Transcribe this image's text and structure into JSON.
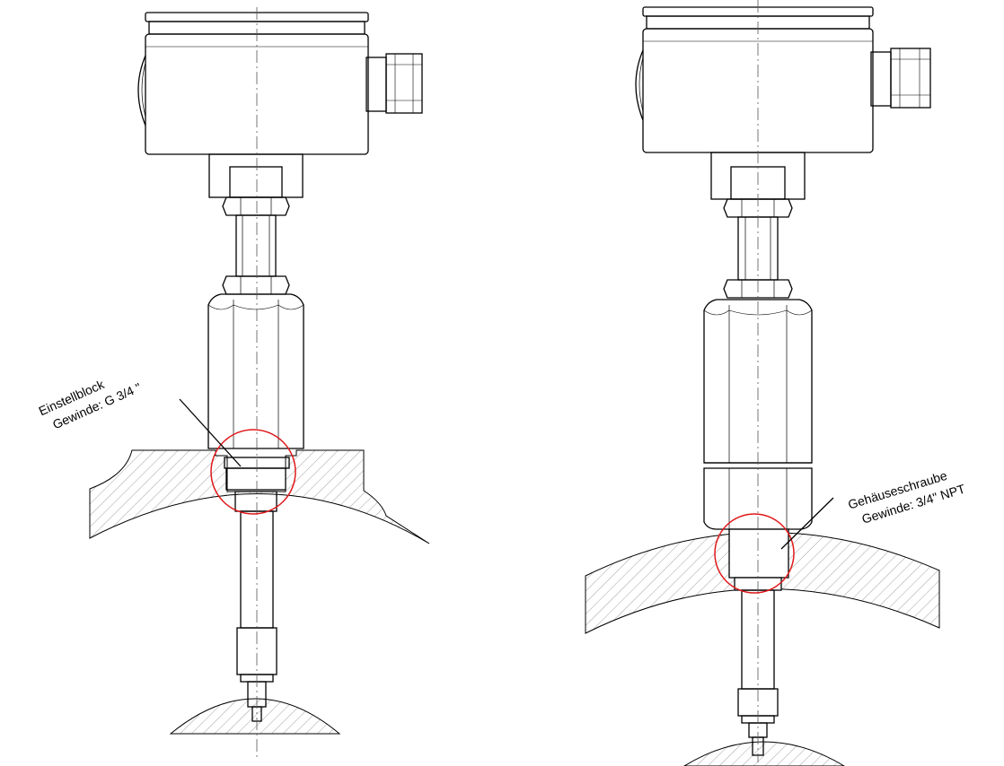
{
  "left_callout": {
    "line1": "Einstellblock",
    "line2": "Gewinde:  G 3/4 \""
  },
  "right_callout": {
    "line1": "Gehäuseschraube",
    "line2": "Gewinde:  3/4\" NPT"
  },
  "colors": {
    "line": "#000000",
    "hatch": "#8a8a8a",
    "highlight": "#e0191b",
    "background": "#ffffff"
  }
}
